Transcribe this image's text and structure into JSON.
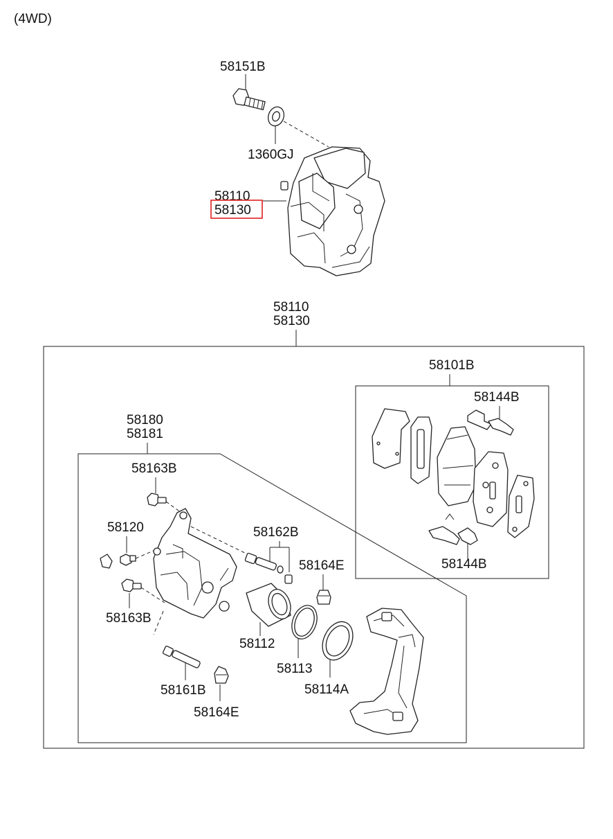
{
  "variant_label": "(4WD)",
  "highlight_color": "#e02020",
  "labels": {
    "bolt_top": "58151B",
    "washer": "1360GJ",
    "assembly_top_1": "58110",
    "assembly_top_2": "58130",
    "assembly_box_1": "58110",
    "assembly_box_2": "58130",
    "pad_kit": "58101B",
    "pad_clip_top": "58144B",
    "pad_clip_bottom": "58144B",
    "caliper_1": "58180",
    "caliper_2": "58181",
    "guide_bolt_top": "58163B",
    "bleeder": "58120",
    "guide_bolt_bottom": "58163B",
    "pin_kit": "58162B",
    "boot_right": "58164E",
    "piston": "58112",
    "seal": "58113",
    "dust_boot": "58114A",
    "guide_pin": "58161B",
    "boot_bottom": "58164E"
  }
}
